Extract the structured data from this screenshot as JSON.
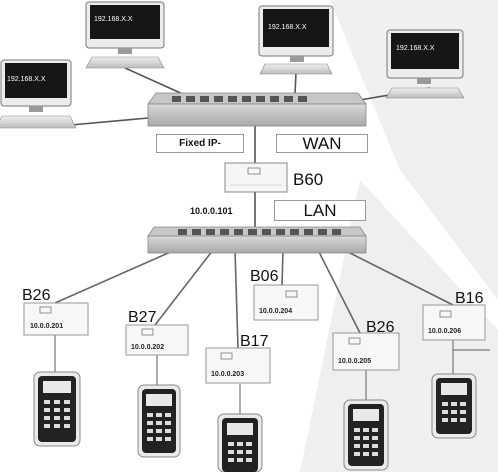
{
  "pcs": [
    {
      "ip": "192.168.X.X"
    },
    {
      "ip": "192.168.X.X"
    },
    {
      "ip": "192.168.X.X"
    },
    {
      "ip": "192.168.X.X"
    }
  ],
  "wan_switch": {
    "fixed_ip_label": "Fixed IP-",
    "wan_label": "WAN"
  },
  "controller": {
    "name": "B60",
    "ip": "10.0.0.101",
    "lan_label": "LAN"
  },
  "devices": [
    {
      "name": "B26",
      "ip": "10.0.0.201"
    },
    {
      "name": "B27",
      "ip": "10.0.0.202"
    },
    {
      "name": "B17",
      "ip": "10.0.0.203"
    },
    {
      "name": "B06",
      "ip": "10.0.0.204"
    },
    {
      "name": "B26",
      "ip": "10.0.0.205"
    },
    {
      "name": "B16",
      "ip": "10.0.0.206"
    }
  ]
}
